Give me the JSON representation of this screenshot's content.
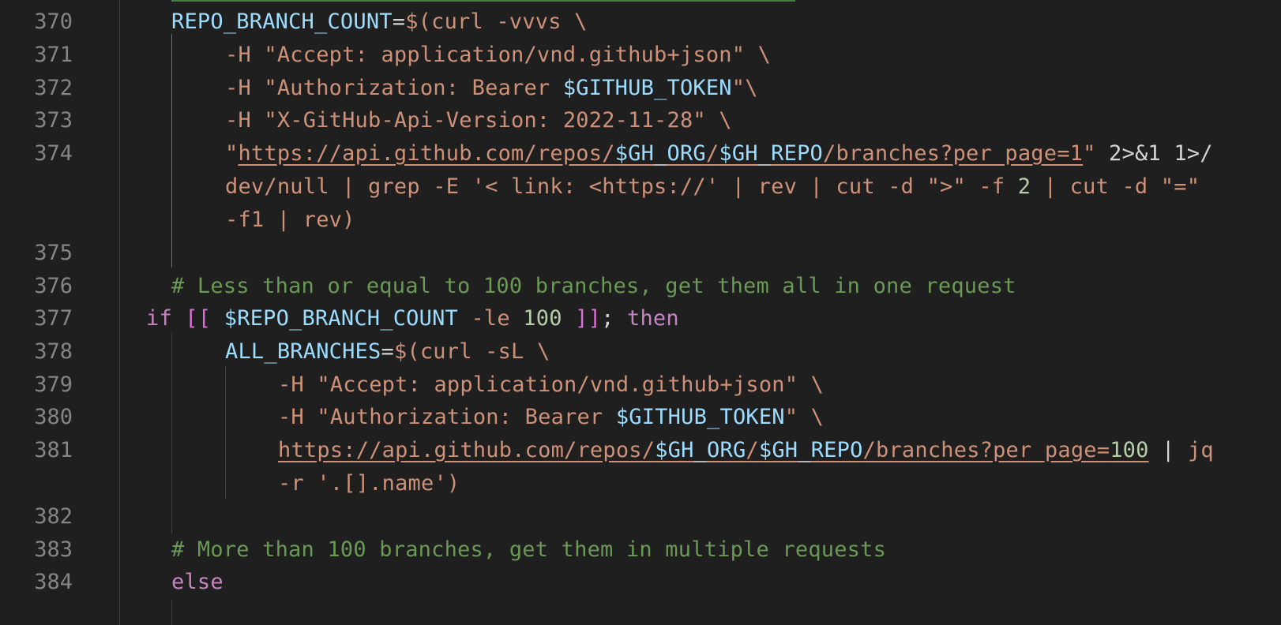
{
  "editor": {
    "line_numbers": [
      "370",
      "371",
      "372",
      "373",
      "374",
      "375",
      "376",
      "377",
      "378",
      "379",
      "380",
      "381",
      "382",
      "383",
      "384"
    ],
    "lines": [
      {
        "n": "370",
        "tokens": [
          [
            "var",
            "REPO_BRANCH_COUNT"
          ],
          [
            "op",
            "="
          ],
          [
            "str",
            "$(curl -vvvs \\"
          ]
        ]
      },
      {
        "n": "371",
        "tokens": [
          [
            "str",
            "-H \"Accept: application/vnd.github+json\" \\"
          ]
        ]
      },
      {
        "n": "372",
        "tokens": [
          [
            "str",
            "-H \"Authorization: Bearer "
          ],
          [
            "var",
            "$GITHUB_TOKEN"
          ],
          [
            "str",
            "\"\\"
          ]
        ]
      },
      {
        "n": "373",
        "tokens": [
          [
            "str",
            "-H \"X-GitHub-Api-Version: 2022-11-28\" \\"
          ]
        ]
      },
      {
        "n": "374a",
        "tokens": [
          [
            "str",
            "\""
          ],
          [
            "link",
            "https://api.github.com/repos/"
          ],
          [
            "linkvar",
            "$GH_ORG"
          ],
          [
            "link",
            "/"
          ],
          [
            "linkvar",
            "$GH_REPO"
          ],
          [
            "link",
            "/branches?per_page=1"
          ],
          [
            "str",
            "\""
          ],
          [
            "plain",
            " 2>&1 1>/"
          ]
        ]
      },
      {
        "n": "374b",
        "tokens": [
          [
            "str",
            "dev/null | grep -E '< link: <https://' | rev | cut -d \">\" -f "
          ],
          [
            "num",
            "2"
          ],
          [
            "str",
            " | cut -d \"=\""
          ]
        ]
      },
      {
        "n": "374c",
        "tokens": [
          [
            "str",
            "-f1 | rev)"
          ]
        ]
      },
      {
        "n": "375",
        "tokens": []
      },
      {
        "n": "376",
        "tokens": [
          [
            "cmt",
            "# Less than or equal to 100 branches, get them all in one request"
          ]
        ]
      },
      {
        "n": "377",
        "tokens": [
          [
            "kw",
            "if"
          ],
          [
            "plain",
            " "
          ],
          [
            "br2",
            "[["
          ],
          [
            "plain",
            " "
          ],
          [
            "var",
            "$REPO_BRANCH_COUNT"
          ],
          [
            "plain",
            " "
          ],
          [
            "str",
            "-le"
          ],
          [
            "plain",
            " "
          ],
          [
            "num",
            "100"
          ],
          [
            "plain",
            " "
          ],
          [
            "br2",
            "]]"
          ],
          [
            "plain",
            "; "
          ],
          [
            "kw",
            "then"
          ]
        ]
      },
      {
        "n": "378",
        "tokens": [
          [
            "var",
            "ALL_BRANCHES"
          ],
          [
            "op",
            "="
          ],
          [
            "str",
            "$(curl -sL \\"
          ]
        ]
      },
      {
        "n": "379",
        "tokens": [
          [
            "str",
            "-H \"Accept: application/vnd.github+json\" \\"
          ]
        ]
      },
      {
        "n": "380",
        "tokens": [
          [
            "str",
            "-H \"Authorization: Bearer "
          ],
          [
            "var",
            "$GITHUB_TOKEN"
          ],
          [
            "str",
            "\" \\"
          ]
        ]
      },
      {
        "n": "381a",
        "tokens": [
          [
            "link",
            "https://api.github.com/repos/"
          ],
          [
            "linkvar",
            "$GH_ORG"
          ],
          [
            "link",
            "/"
          ],
          [
            "linkvar",
            "$GH_REPO"
          ],
          [
            "link",
            "/branches?per_page="
          ],
          [
            "linknum",
            "100"
          ],
          [
            "plain",
            " | "
          ],
          [
            "str",
            "jq"
          ]
        ]
      },
      {
        "n": "381b",
        "tokens": [
          [
            "str",
            "-r '.[].name')"
          ]
        ]
      },
      {
        "n": "382",
        "tokens": []
      },
      {
        "n": "383",
        "tokens": [
          [
            "cmt",
            "# More than 100 branches, get them in multiple requests"
          ]
        ]
      },
      {
        "n": "384",
        "tokens": [
          [
            "kw",
            "else"
          ]
        ]
      }
    ]
  },
  "colors": {
    "background": "#1f1f1f",
    "line_number": "#858585",
    "variable": "#9cdcfe",
    "string": "#ce9178",
    "keyword": "#c586c0",
    "comment": "#6a9955",
    "number": "#b5cea8"
  }
}
